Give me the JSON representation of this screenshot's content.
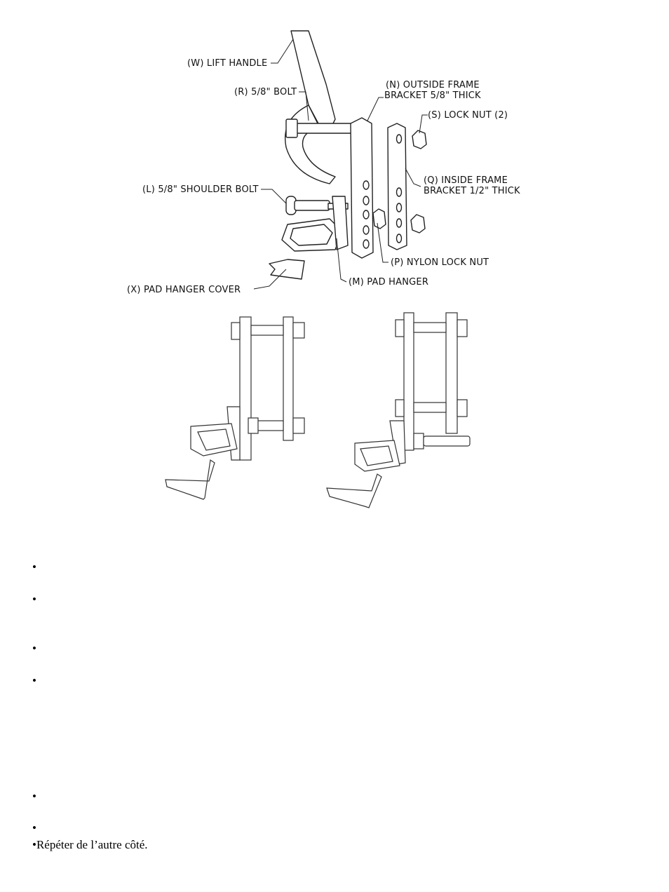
{
  "callouts": {
    "lift_handle": "(W) LIFT HANDLE",
    "bolt": "(R) 5/8\" BOLT",
    "outside_bracket_1": "(N) OUTSIDE FRAME",
    "outside_bracket_2": "BRACKET 5/8\" THICK",
    "lock_nut": "(S) LOCK NUT (2)",
    "shoulder_bolt": "(L) 5/8\" SHOULDER BOLT",
    "inside_bracket_1": "(Q) INSIDE FRAME",
    "inside_bracket_2": "BRACKET 1/2\" THICK",
    "nylon_lock_nut": "(P) NYLON LOCK NUT",
    "pad_hanger_cover": "(X) PAD HANGER COVER",
    "pad_hanger": "(M) PAD HANGER"
  },
  "bullets": [
    "•",
    "•",
    "•",
    "•",
    "•",
    "•"
  ],
  "final_text": "•Répéter de l’autre côté."
}
